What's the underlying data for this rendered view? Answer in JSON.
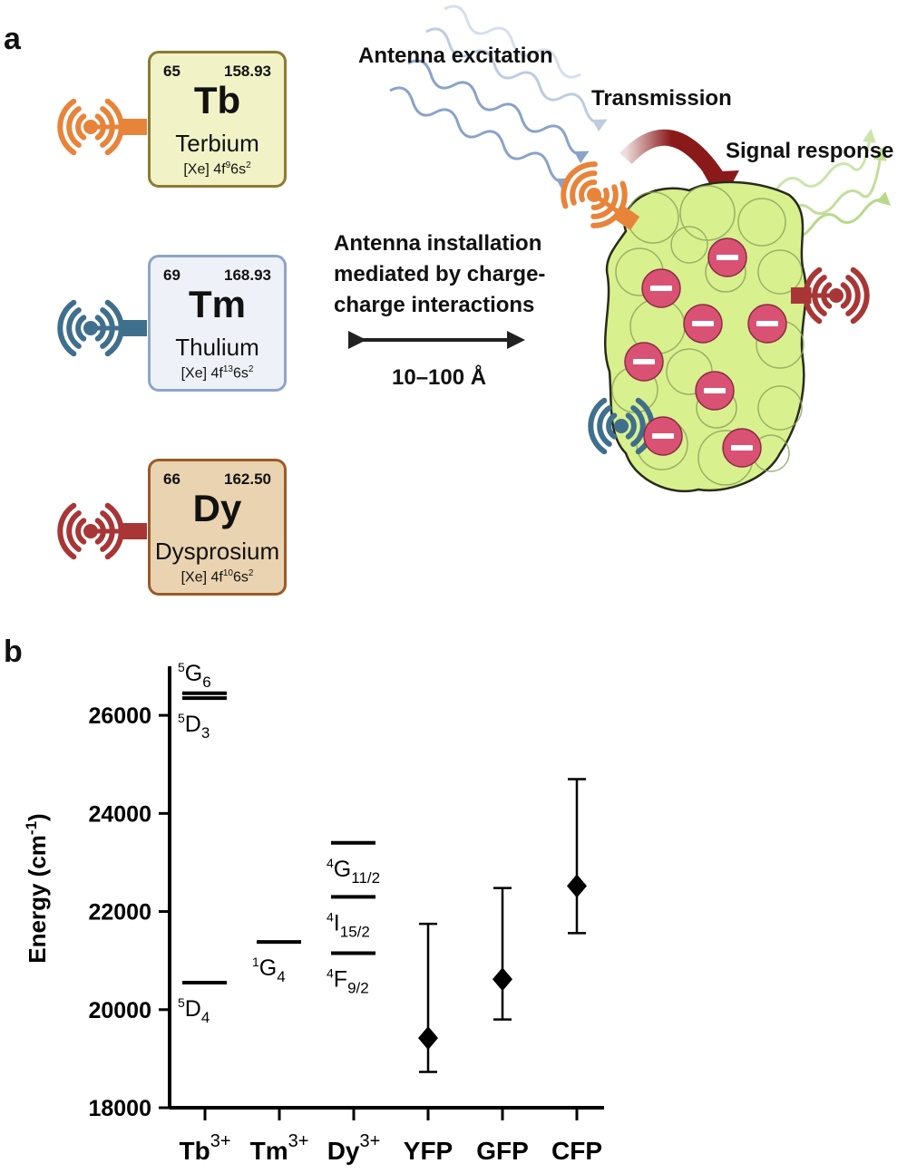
{
  "panel_a": {
    "label": "a",
    "elements": [
      {
        "number": "65",
        "mass": "158.93",
        "symbol": "Tb",
        "name": "Terbium",
        "config_core": "[Xe] 4f",
        "config_f": "9",
        "config_s": "6s",
        "config_s_exp": "2",
        "fill": "#f1f3c6",
        "border": "#8e7a31",
        "antenna_color": "#e8843a"
      },
      {
        "number": "69",
        "mass": "168.93",
        "symbol": "Tm",
        "name": "Thulium",
        "config_core": "[Xe] 4f",
        "config_f": "13",
        "config_s": "6s",
        "config_s_exp": "2",
        "fill": "#eef2f8",
        "border": "#8fa5c7",
        "antenna_color": "#3f6f8c"
      },
      {
        "number": "66",
        "mass": "162.50",
        "symbol": "Dy",
        "name": "Dysprosium",
        "config_core": "[Xe] 4f",
        "config_f": "10",
        "config_s": "6s",
        "config_s_exp": "2",
        "fill": "#ead3b0",
        "border": "#9a5a2a",
        "antenna_color": "#a83636"
      }
    ],
    "antenna_excitation": "Antenna excitation",
    "transmission": "Transmission",
    "signal_response": "Signal response",
    "installation_line1": "Antenna installation",
    "installation_line2": "mediated by charge-",
    "installation_line3": "charge interactions",
    "distance": "10–100 Å",
    "protein_color": "#d8f08e",
    "charge_color": "#d95274"
  },
  "panel_b": {
    "label": "b",
    "chart_data": {
      "type": "scatter",
      "xlabel": "",
      "ylabel": "Energy (cm",
      "ylabel_exp": "-1",
      "ylabel_close": ")",
      "ylim": [
        18000,
        27000
      ],
      "yticks": [
        18000,
        20000,
        22000,
        24000,
        26000
      ],
      "categories": [
        {
          "base": "Tb",
          "sup": "3+"
        },
        {
          "base": "Tm",
          "sup": "3+"
        },
        {
          "base": "Dy",
          "sup": "3+"
        },
        {
          "base": "YFP",
          "sup": ""
        },
        {
          "base": "GFP",
          "sup": ""
        },
        {
          "base": "CFP",
          "sup": ""
        }
      ],
      "levels": [
        {
          "category": 0,
          "energy": 26450,
          "term": "G",
          "mult": "5",
          "j": "6",
          "label_side": "above"
        },
        {
          "category": 0,
          "energy": 26350,
          "term": "D",
          "mult": "5",
          "j": "3",
          "label_side": "below"
        },
        {
          "category": 0,
          "energy": 20550,
          "term": "D",
          "mult": "5",
          "j": "4",
          "label_side": "below"
        },
        {
          "category": 1,
          "energy": 21380,
          "term": "G",
          "mult": "1",
          "j": "4",
          "label_side": "below"
        },
        {
          "category": 2,
          "energy": 23400,
          "term": "G",
          "mult": "4",
          "j": "11/2",
          "label_side": "below"
        },
        {
          "category": 2,
          "energy": 22300,
          "term": "I",
          "mult": "4",
          "j": "15/2",
          "label_side": "below"
        },
        {
          "category": 2,
          "energy": 21150,
          "term": "F",
          "mult": "4",
          "j": "9/2",
          "label_side": "below"
        }
      ],
      "proteins": [
        {
          "category": 3,
          "value": 19420,
          "low": 18730,
          "high": 21750
        },
        {
          "category": 4,
          "value": 20620,
          "low": 19800,
          "high": 22480
        },
        {
          "category": 5,
          "value": 22520,
          "low": 21560,
          "high": 24700
        }
      ]
    }
  }
}
